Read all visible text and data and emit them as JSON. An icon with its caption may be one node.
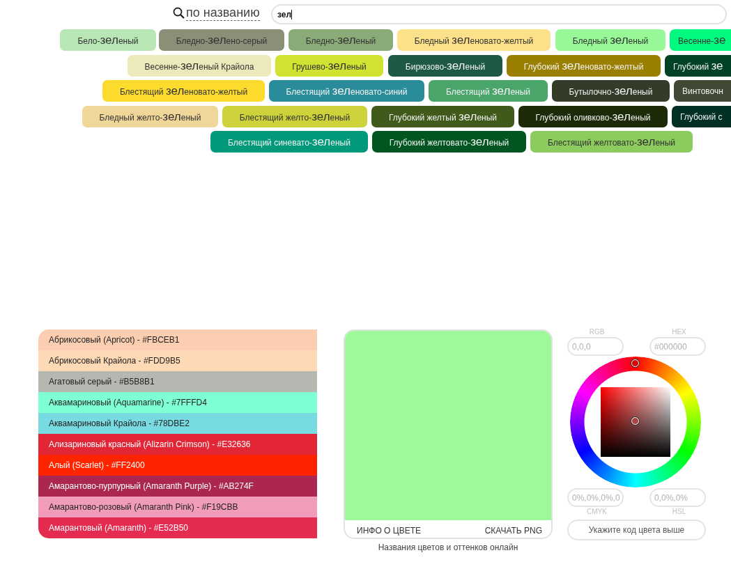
{
  "diagram": {
    "nodes": [
      {
        "text": [
          "зел"
        ]
      },
      {
        "text": [
          "Бело-зеленый"
        ]
      },
      {
        "text": [
          "Бледно-зелено-серый"
        ]
      },
      {
        "text": [
          "Бледно-зеленый"
        ]
      },
      {
        "text": [
          "Бледный зеленовато-желтый"
        ]
      },
      {
        "text": [
          "Бледный зеленый"
        ]
      },
      {
        "text": [
          "Весенне-зе"
        ]
      },
      {
        "text": [
          "Весенне-зеленый Крайола"
        ]
      },
      {
        "text": [
          "Грушево-зеленый"
        ]
      },
      {
        "text": [
          "Бирюзово-зеленый"
        ]
      },
      {
        "text": [
          "Глубокий зеленовато-желтый"
        ]
      },
      {
        "text": [
          "Глубокий зе"
        ]
      },
      {
        "text": [
          "Блестящий зеленовато-желтый"
        ]
      },
      {
        "text": [
          "Блестящий зеленовато-синий"
        ]
      },
      {
        "text": [
          "Блестящий зеленый"
        ]
      },
      {
        "text": [
          "Бутылочно-зеленый"
        ]
      },
      {
        "text": [
          "Винтовочн"
        ]
      },
      {
        "text": [
          "Бледный желто-зеленый"
        ]
      },
      {
        "text": [
          "Блестящий желто-зеленый"
        ]
      },
      {
        "text": [
          "Глубокий желтый зеленый"
        ]
      },
      {
        "text": [
          "Глубокий оливково-зеленый"
        ]
      },
      {
        "text": [
          "Глубокий с"
        ]
      },
      {
        "text": [
          "Блестящий синевато-зеленый"
        ]
      },
      {
        "text": [
          "Глубокий желтовато-зеленый"
        ]
      },
      {
        "text": [
          "Блестящий желтовато-зеленый"
        ]
      },
      {
        "text": [],
        "shape": "box"
      },
      {
        "text": [
          "Абрикосовый (Apricot) - #FBCEB1"
        ],
        "in": 25
      },
      {
        "text": [
          "Абрикосовый Крайола - #FDD9B5"
        ],
        "in": 25
      },
      {
        "text": [
          "Агатовый серый - #B5B8B1"
        ],
        "in": 25
      },
      {
        "text": [
          "Аквамариновый (Aquamarine) - #7FFFD4"
        ],
        "in": 25
      },
      {
        "text": [
          "Аквамариновый Крайола - #78DBE2"
        ],
        "in": 25
      },
      {
        "text": [
          "Ализариновый красный (Alizarin Crimson) - #E32636"
        ],
        "in": 25
      },
      {
        "text": [
          "Алый (Scarlet) - #FF2400"
        ],
        "in": 25
      },
      {
        "text": [
          "Амарантово-пурпурный (Amaranth Purple) - #AB274F"
        ],
        "in": 25
      },
      {
        "text": [
          "Амарантово-розовый (Amaranth Pink) - #F19CBB"
        ],
        "in": 25
      },
      {
        "text": [
          "Амарантовый (Amaranth) - #E52B50"
        ],
        "in": 25
      },
      {
        "text": [],
        "shape": "box"
      },
      {
        "text": [
          "ИНФО О ЦВЕТЕ"
        ],
        "in": 36
      },
      {
        "text": [
          "СКАЧАТЬ PNG"
        ],
        "in": 36
      },
      {
        "text": [
          "0,0,0"
        ],
        "beside": [
          "RGB"
        ]
      },
      {
        "text": [
          "#000000"
        ],
        "beside": [
          "HEX"
        ]
      },
      {
        "text": [
          "0%,0%,0%,0"
        ],
        "beside": [
          "CMYK"
        ]
      },
      {
        "text": [
          "0,0%,0%"
        ],
        "beside": [
          "HSL"
        ]
      },
      {
        "text": [
          "Укажите код цвета выше"
        ]
      }
    ],
    "labels": [
      "по названию",
      "Названия цветов и оттенков онлайн"
    ]
  }
}
